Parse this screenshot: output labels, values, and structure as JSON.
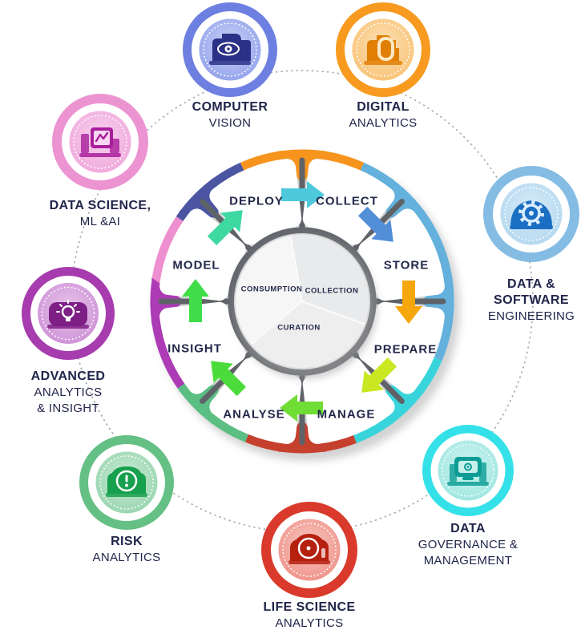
{
  "title": "Data lifecycle capability wheel",
  "background": "#ffffff",
  "text_color": "#20254A",
  "guide_circle_color": "#ACAFAF",
  "wheel": {
    "stages": [
      "DEPLOY",
      "COLLECT",
      "STORE",
      "PREPARE",
      "MANAGE",
      "ANALYSE",
      "INSIGHT",
      "MODEL"
    ],
    "hub": {
      "wedges": [
        {
          "label": "CONSUMPTION",
          "color": "#f6f6f6"
        },
        {
          "label": "COLLECTION",
          "color": "#e9eaec"
        },
        {
          "label": "CURATION",
          "color": "#eeeeef"
        }
      ]
    },
    "ring_segments": [
      {
        "position": "top",
        "color": "#F7941E"
      },
      {
        "position": "upper-right",
        "color": "#63B1DC"
      },
      {
        "position": "lower-right",
        "color": "#38D4DB"
      },
      {
        "position": "bottom",
        "color": "#C6402E"
      },
      {
        "position": "lower-left",
        "color": "#5BBE83"
      },
      {
        "position": "left",
        "color": "#AC3BB5"
      },
      {
        "position": "upper-left",
        "color": "#EE8FD0"
      },
      {
        "position": "top-left",
        "color": "#4B55A1"
      }
    ],
    "arrows": [
      {
        "from": "DEPLOY",
        "to": "COLLECT",
        "color": "#4EC9DC"
      },
      {
        "from": "COLLECT",
        "to": "STORE",
        "color": "#528FD8"
      },
      {
        "from": "STORE",
        "to": "PREPARE",
        "color": "#F6A70B"
      },
      {
        "from": "PREPARE",
        "to": "MANAGE",
        "color": "#C9E821"
      },
      {
        "from": "MANAGE",
        "to": "ANALYSE",
        "color": "#6FDD33"
      },
      {
        "from": "ANALYSE",
        "to": "INSIGHT",
        "color": "#4BDC3C"
      },
      {
        "from": "INSIGHT",
        "to": "MODEL",
        "color": "#3FDD48"
      },
      {
        "from": "MODEL",
        "to": "DEPLOY",
        "color": "#3ED9A2"
      }
    ]
  },
  "satellites": [
    {
      "id": "computer-vision",
      "icon": "camera-eye-icon",
      "color": "#6D7FE0",
      "tint": "#93A3EC",
      "icon_color": "#2B3186",
      "lines": [
        {
          "text": "COMPUTER",
          "bold": true
        },
        {
          "text": "VISION",
          "bold": false
        }
      ]
    },
    {
      "id": "digital-analytics",
      "icon": "analytics-machine-icon",
      "color": "#F79A1F",
      "tint": "#F9C374",
      "icon_color": "#E07F04",
      "lines": [
        {
          "text": "DIGITAL",
          "bold": true
        },
        {
          "text": "ANALYTICS",
          "bold": false
        }
      ]
    },
    {
      "id": "data-science-ml-ai",
      "icon": "chart-monitor-icon",
      "color": "#EC93D2",
      "tint": "#F0A8DC",
      "icon_color": "#A81E9B",
      "lines": [
        {
          "text": "DATA SCIENCE,",
          "bold": true
        },
        {
          "text": "ML &AI",
          "bold": false
        }
      ]
    },
    {
      "id": "data-software-engineering",
      "icon": "gear-machine-icon",
      "color": "#85BCE4",
      "tint": "#B3D8F0",
      "icon_color": "#1B6FC2",
      "lines": [
        {
          "text": "DATA &",
          "bold": true
        },
        {
          "text": "SOFTWARE",
          "bold": true
        },
        {
          "text": "ENGINEERING",
          "bold": false
        }
      ]
    },
    {
      "id": "advanced-analytics-insight",
      "icon": "lightbulb-icon",
      "color": "#A63CAE",
      "tint": "#CE90D7",
      "icon_color": "#7E1F86",
      "lines": [
        {
          "text": "ADVANCED",
          "bold": true
        },
        {
          "text": "ANALYTICS",
          "bold": false
        },
        {
          "text": "& INSIGHT",
          "bold": false
        }
      ]
    },
    {
      "id": "risk-analytics",
      "icon": "alert-gauge-icon",
      "color": "#64C084",
      "tint": "#97D5AE",
      "icon_color": "#17A04E",
      "lines": [
        {
          "text": "RISK",
          "bold": true
        },
        {
          "text": "ANALYTICS",
          "bold": false
        }
      ]
    },
    {
      "id": "life-science-analytics",
      "icon": "microscope-lens-icon",
      "color": "#D93A2B",
      "tint": "#EF9288",
      "icon_color": "#B5200F",
      "lines": [
        {
          "text": "LIFE SCIENCE",
          "bold": true
        },
        {
          "text": "ANALYTICS",
          "bold": false
        }
      ]
    },
    {
      "id": "data-governance-management",
      "icon": "monitor-icon",
      "color": "#35E1E8",
      "tint": "#9FE7E2",
      "icon_color": "#0E9D94",
      "lines": [
        {
          "text": "DATA",
          "bold": true
        },
        {
          "text": "GOVERNANCE &",
          "bold": false
        },
        {
          "text": "MANAGEMENT",
          "bold": false
        }
      ]
    }
  ]
}
